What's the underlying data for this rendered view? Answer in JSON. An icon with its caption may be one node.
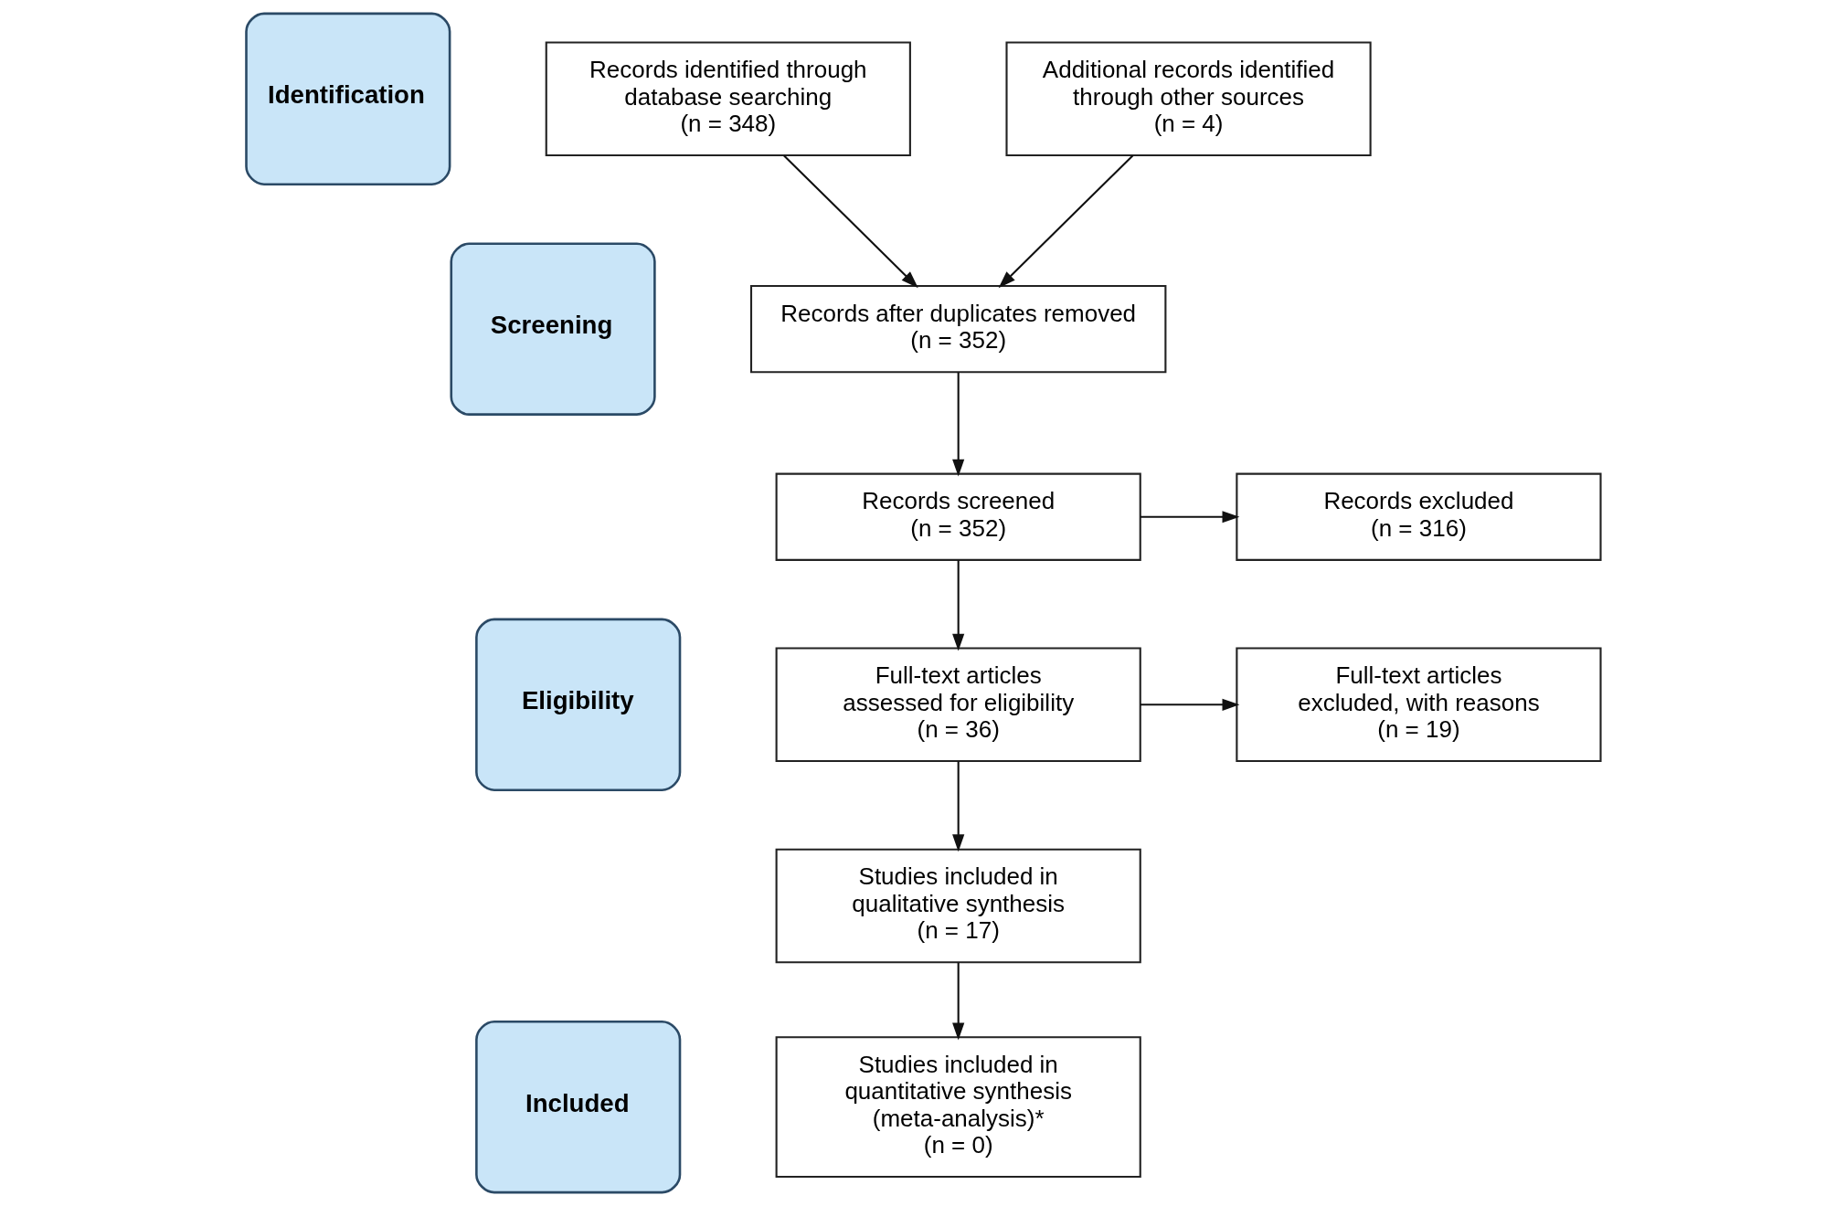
{
  "diagram": {
    "nodes": [
      {
        "text": [
          "Identification"
        ]
      },
      {
        "text": [
          "Records identified through database searching",
          "(n = 348)"
        ]
      },
      {
        "text": [
          "Additional records identified through other sources",
          "(n = 4)"
        ]
      },
      {
        "text": [
          "Screening"
        ]
      },
      {
        "text": [
          "Records after duplicates removed",
          "(n = 352)"
        ]
      },
      {
        "text": [
          "Records screened",
          "(n = 352)"
        ]
      },
      {
        "text": [
          "Records excluded",
          "(n = 316)"
        ]
      },
      {
        "text": [
          "Eligibility"
        ]
      },
      {
        "text": [
          "Full-text articles assessed for eligibility",
          "(n = 36)"
        ]
      },
      {
        "text": [
          "Full-text articles excluded, with reasons",
          "(n = 19)"
        ]
      },
      {
        "text": [
          "Included"
        ]
      },
      {
        "text": [
          "Studies included in qualitative synthesis",
          "(n = 17)"
        ]
      },
      {
        "text": [
          "Studies included in quantitative synthesis (meta-analysis)*",
          "(n = 0)"
        ]
      }
    ],
    "edges": [
      {
        "from": 1,
        "to": 4,
        "arrow": "to"
      },
      {
        "from": 2,
        "to": 4,
        "arrow": "to"
      },
      {
        "from": 4,
        "to": 5,
        "arrow": "to"
      },
      {
        "from": 5,
        "to": 6,
        "arrow": "to"
      },
      {
        "from": 5,
        "to": 8,
        "arrow": "to"
      },
      {
        "from": 8,
        "to": 9,
        "arrow": "to"
      },
      {
        "from": 8,
        "to": 11,
        "arrow": "to"
      },
      {
        "from": 11,
        "to": 12,
        "arrow": "to"
      }
    ]
  }
}
